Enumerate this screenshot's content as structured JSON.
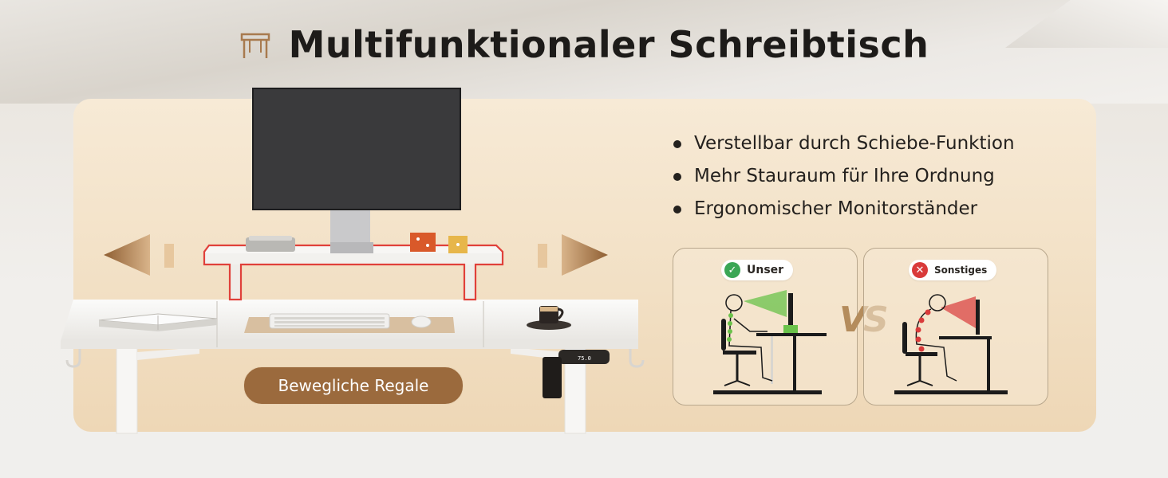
{
  "title": "Multifunktionaler Schreibtisch",
  "features": [
    "Verstellbar durch Schiebe-Funktion",
    "Mehr Stauraum für Ihre Ordnung",
    "Ergonomischer Monitorständer"
  ],
  "shelf_label": "Bewegliche Regale",
  "comparison": {
    "ours": {
      "label": "Unser",
      "status": "good",
      "icon": "check-icon",
      "color": "#3aa655"
    },
    "versus": "VS",
    "others": {
      "label": "Sonstiges",
      "status": "bad",
      "icon": "cross-icon",
      "color": "#d93a3a"
    }
  },
  "desk_panel_display": "75.0",
  "colors": {
    "accent_brown": "#9b6a3d",
    "arrow_brown": "#a87a4e",
    "highlight_red": "#e0403a",
    "good_green": "#6ac24a",
    "bad_red": "#d93a3a"
  }
}
